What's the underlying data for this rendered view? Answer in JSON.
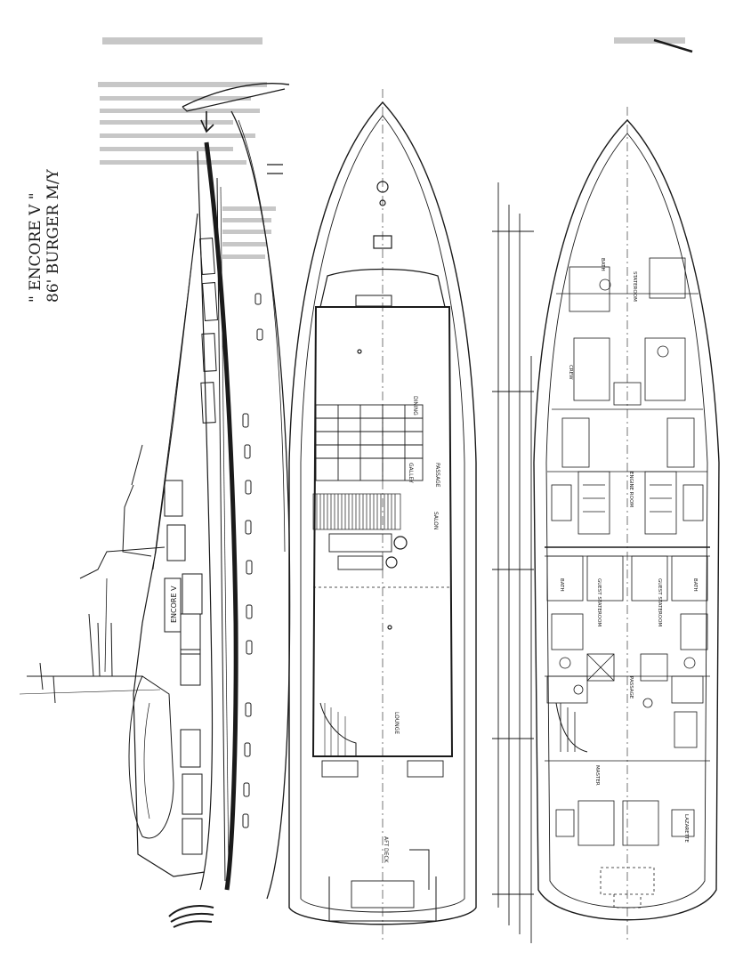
{
  "title": {
    "vessel_name": "\" ENCORE V \"",
    "vessel_type": "86' BURGER M/Y"
  },
  "hull_name_label": "ENCORE V",
  "main_deck_labels": {
    "bridge": "DINING",
    "galley": "GALLEY",
    "passage": "PASSAGE",
    "salon": "SALON",
    "lounge": "LOUNGE",
    "aft_deck": "AFT DECK"
  },
  "lower_deck_labels": {
    "bath_fwd": "BATH",
    "stateroom_fwd": "STATEROOM",
    "crew": "CREW",
    "engine_room": "ENGINE ROOM",
    "guest_stateroom_p": "GUEST STATEROOM",
    "guest_stateroom_s": "GUEST STATEROOM",
    "passage": "PASSAGE",
    "bath_p": "BATH",
    "bath_s": "BATH",
    "master": "MASTER",
    "lazarette": "LAZARETTE"
  },
  "colors": {
    "ink": "#1a1a1a",
    "paper": "#ffffff",
    "smudge": "#9a9a9a"
  }
}
